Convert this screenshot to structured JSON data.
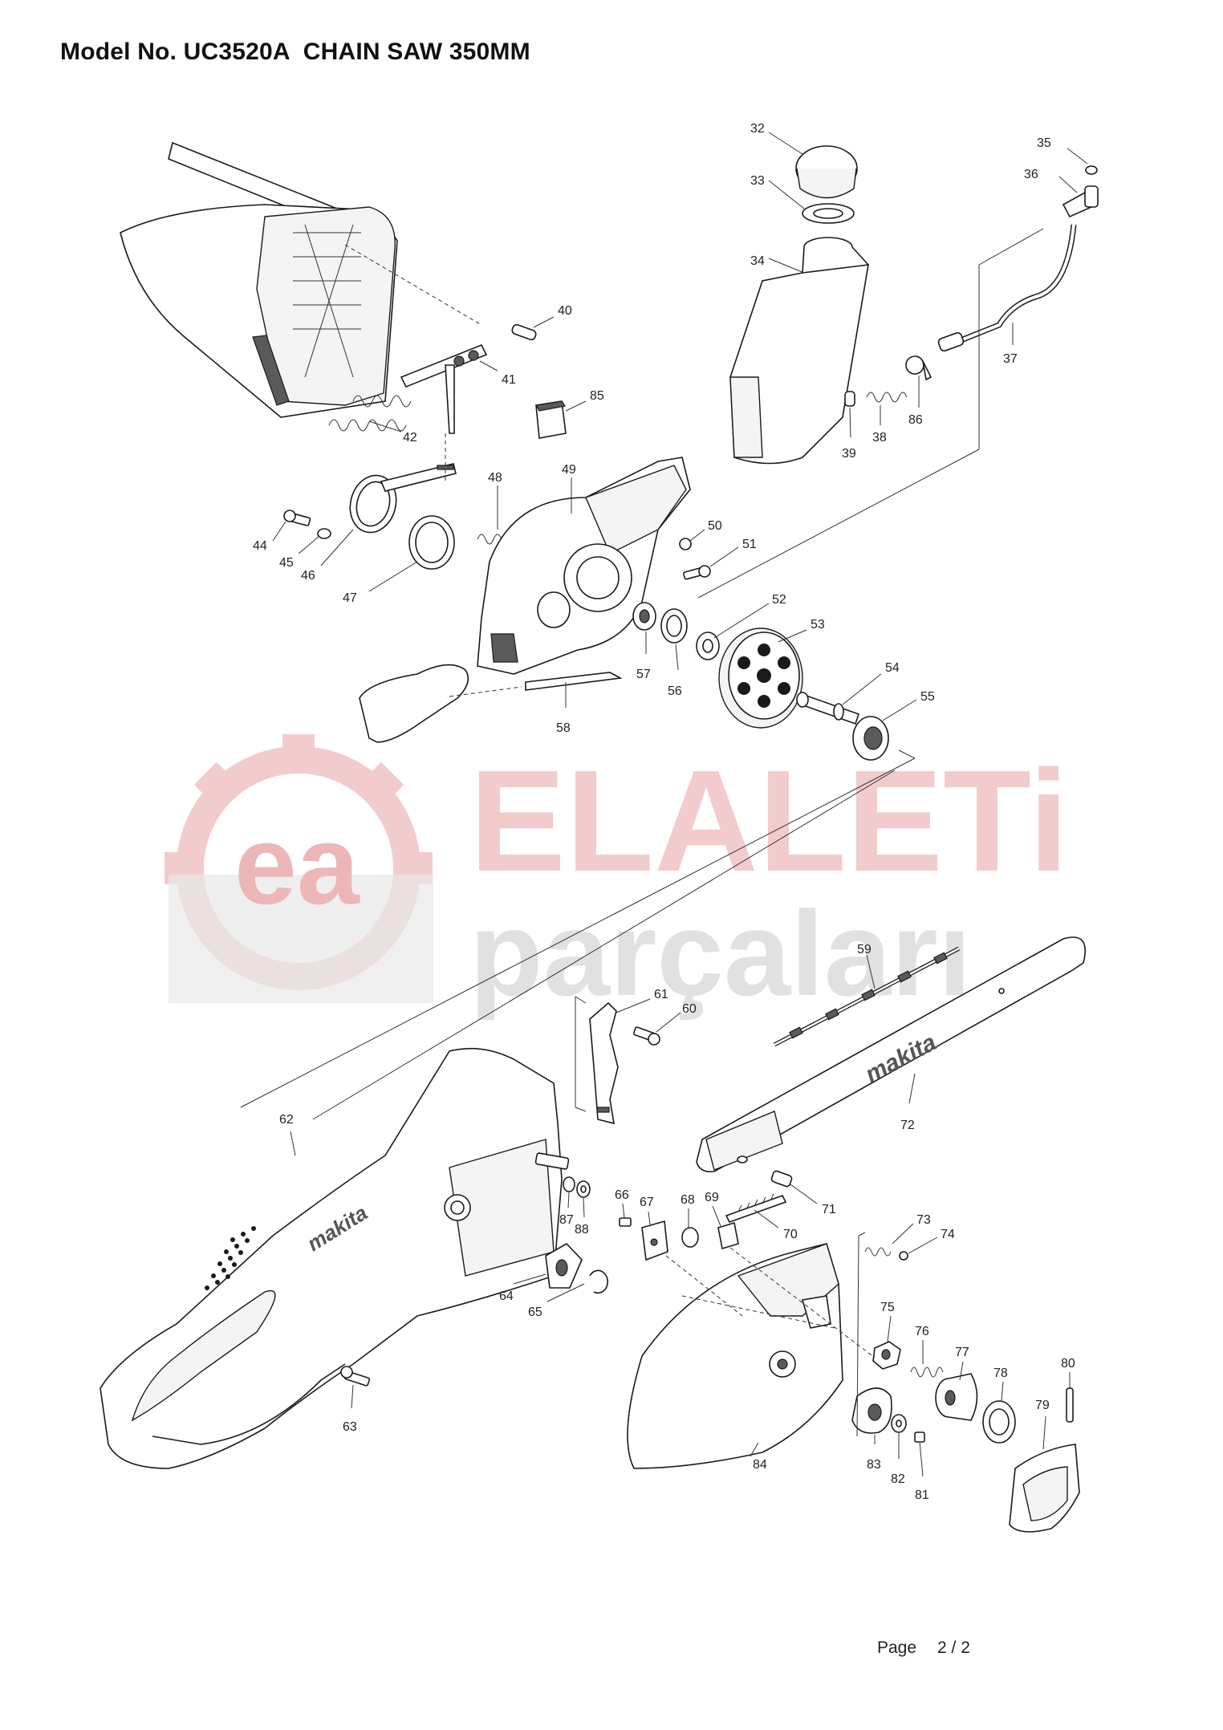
{
  "title": "Model No. UC3520A  CHAIN SAW 350MM",
  "footer": {
    "page_label": "Page",
    "page_number": "2 / 2"
  },
  "watermark": {
    "line1": "ELALETi",
    "line2": "parçaları",
    "logo_text": "ea",
    "color_primary": "#e8a3a3",
    "color_secondary": "#c9c9c9"
  },
  "part_numbers": [
    "32",
    "33",
    "34",
    "35",
    "36",
    "37",
    "38",
    "39",
    "40",
    "41",
    "42",
    "44",
    "45",
    "46",
    "47",
    "48",
    "49",
    "50",
    "51",
    "52",
    "53",
    "54",
    "55",
    "56",
    "57",
    "58",
    "59",
    "60",
    "61",
    "62",
    "63",
    "64",
    "65",
    "66",
    "67",
    "68",
    "69",
    "70",
    "71",
    "72",
    "73",
    "74",
    "75",
    "76",
    "77",
    "78",
    "79",
    "80",
    "81",
    "82",
    "83",
    "84",
    "85",
    "86",
    "87",
    "88"
  ],
  "brand_marks": [
    "makita",
    "makita"
  ]
}
